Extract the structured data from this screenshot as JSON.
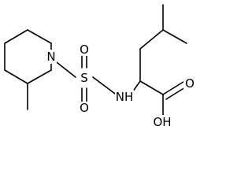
{
  "atoms": {
    "n_ring": "N",
    "s": "S",
    "o_top": "O",
    "o_bottom": "O",
    "nh": "NH",
    "o_carbonyl": "O",
    "oh": "OH"
  }
}
